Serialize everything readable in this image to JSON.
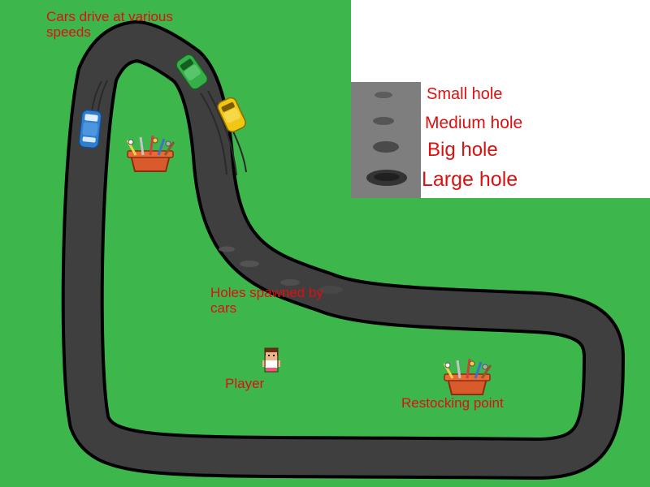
{
  "annotations": {
    "cars_note": "Cars drive at various speeds",
    "holes_note": "Holes spawned by cars",
    "player_label": "Player",
    "restock_label": "Restocking point"
  },
  "legend": {
    "small": "Small hole",
    "medium": "Medium hole",
    "big": "Big hole",
    "large": "Large hole"
  },
  "colors": {
    "grass": "#3db64b",
    "road": "#3f3f3f",
    "road_edge": "#000000",
    "label_text": "#dd1010",
    "panel_bg": "#ffffff",
    "legend_bg": "#7e7e7e",
    "car_green": "#35b048",
    "car_yellow": "#f1c714",
    "car_blue": "#2f7fd1",
    "toolbox": "#d95a2a"
  },
  "sprites": {
    "road": "road-track-icon",
    "holes": "pothole-icon",
    "cars": "car-icon",
    "restock": "toolbox-icon",
    "player": "player-icon"
  }
}
